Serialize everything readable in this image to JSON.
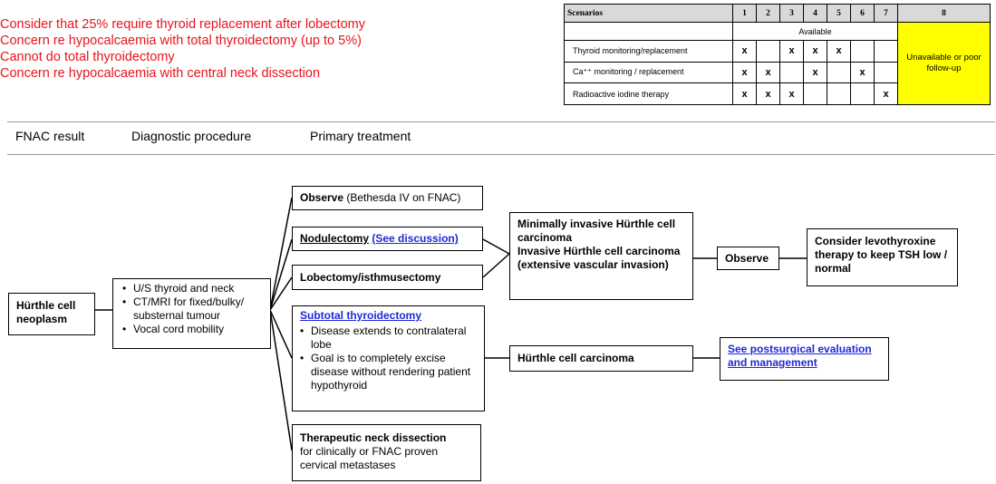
{
  "notes": [
    "Consider that 25% require thyroid replacement after lobectomy",
    "Concern re hypocalcaemia with total thyroidectomy (up to 5%)",
    "Cannot do total thyroidectomy",
    "Concern re hypocalcaemia with central neck dissection"
  ],
  "scenarios": {
    "header_label": "Scenarios",
    "numbers": [
      "1",
      "2",
      "3",
      "4",
      "5",
      "6",
      "7",
      "8"
    ],
    "available": "Available",
    "unavailable": "Unavailable or poor follow-up",
    "rows": [
      {
        "label": "Thyroid monitoring/replacement",
        "marks": [
          "x",
          "",
          "x",
          "x",
          "x",
          "",
          ""
        ]
      },
      {
        "label": "Ca⁺⁺ monitoring / replacement",
        "marks": [
          "x",
          "x",
          "",
          "x",
          "",
          "x",
          ""
        ]
      },
      {
        "label": "Radioactive iodine therapy",
        "marks": [
          "x",
          "x",
          "x",
          "",
          "",
          "",
          "x"
        ]
      }
    ]
  },
  "columns": [
    "FNAC result",
    "Diagnostic procedure",
    "Primary treatment"
  ],
  "flow": {
    "start": "Hürthle cell neoplasm",
    "diagnostic": [
      "U/S thyroid and neck",
      "CT/MRI for fixed/bulky/ substernal tumour",
      "Vocal cord mobility"
    ],
    "observe1_title": "Observe",
    "observe1_note": "(Bethesda IV on FNAC)",
    "nodulectomy": "Nodulectomy",
    "nodulectomy_link": "(See discussion)",
    "lobectomy": "Lobectomy/isthmusectomy",
    "subtotal_title": "Subtotal thyroidectomy",
    "subtotal_items": [
      "Disease extends to contralateral lobe",
      "Goal is to completely excise disease without rendering patient hypothyroid"
    ],
    "neck_title": "Therapeutic neck dissection",
    "neck_note": "for clinically or FNAC proven cervical metastases",
    "minimally_invasive": "Minimally invasive Hürthle cell carcinoma",
    "invasive": "Invasive Hürthle cell carcinoma (extensive vascular invasion)",
    "observe2": "Observe",
    "levo": "Consider levothyroxine therapy to keep TSH low / normal",
    "hurthle_carcinoma": "Hürthle cell carcinoma",
    "postsurgical_link": "See postsurgical evaluation and management"
  }
}
